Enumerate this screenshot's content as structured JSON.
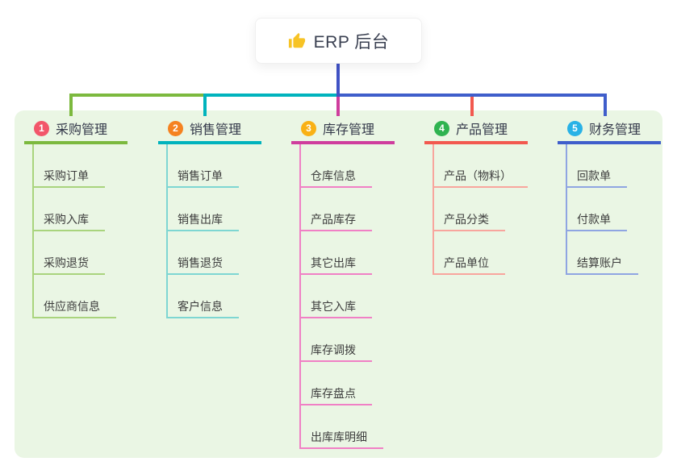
{
  "root": {
    "title": "ERP 后台",
    "icon": "thumbs-up",
    "icon_color": "#f7c325",
    "connector_color": "#4052c5"
  },
  "canvas": {
    "background": "#ffffff",
    "panel_background": "#eaf6e4"
  },
  "branches": [
    {
      "index": "1",
      "label": "采购管理",
      "badge_color": "#f2566a",
      "line_color": "#7cb93e",
      "light_color": "#a9d47d",
      "children": [
        "采购订单",
        "采购入库",
        "采购退货",
        "供应商信息"
      ]
    },
    {
      "index": "2",
      "label": "销售管理",
      "badge_color": "#f58220",
      "line_color": "#00b3bd",
      "light_color": "#7ed6d2",
      "children": [
        "销售订单",
        "销售出库",
        "销售退货",
        "客户信息"
      ]
    },
    {
      "index": "3",
      "label": "库存管理",
      "badge_color": "#f9b115",
      "line_color": "#cf3d9d",
      "light_color": "#f080c5",
      "children": [
        "仓库信息",
        "产品库存",
        "其它出库",
        "其它入库",
        "库存调拨",
        "库存盘点",
        "出库库明细"
      ]
    },
    {
      "index": "4",
      "label": "产品管理",
      "badge_color": "#2fb350",
      "line_color": "#f2594f",
      "light_color": "#f8a59d",
      "children": [
        "产品（物料）",
        "产品分类",
        "产品单位"
      ]
    },
    {
      "index": "5",
      "label": "财务管理",
      "badge_color": "#29b2e6",
      "line_color": "#3f5ecb",
      "light_color": "#8fa5e2",
      "children": [
        "回款单",
        "付款单",
        "结算账户"
      ]
    }
  ]
}
